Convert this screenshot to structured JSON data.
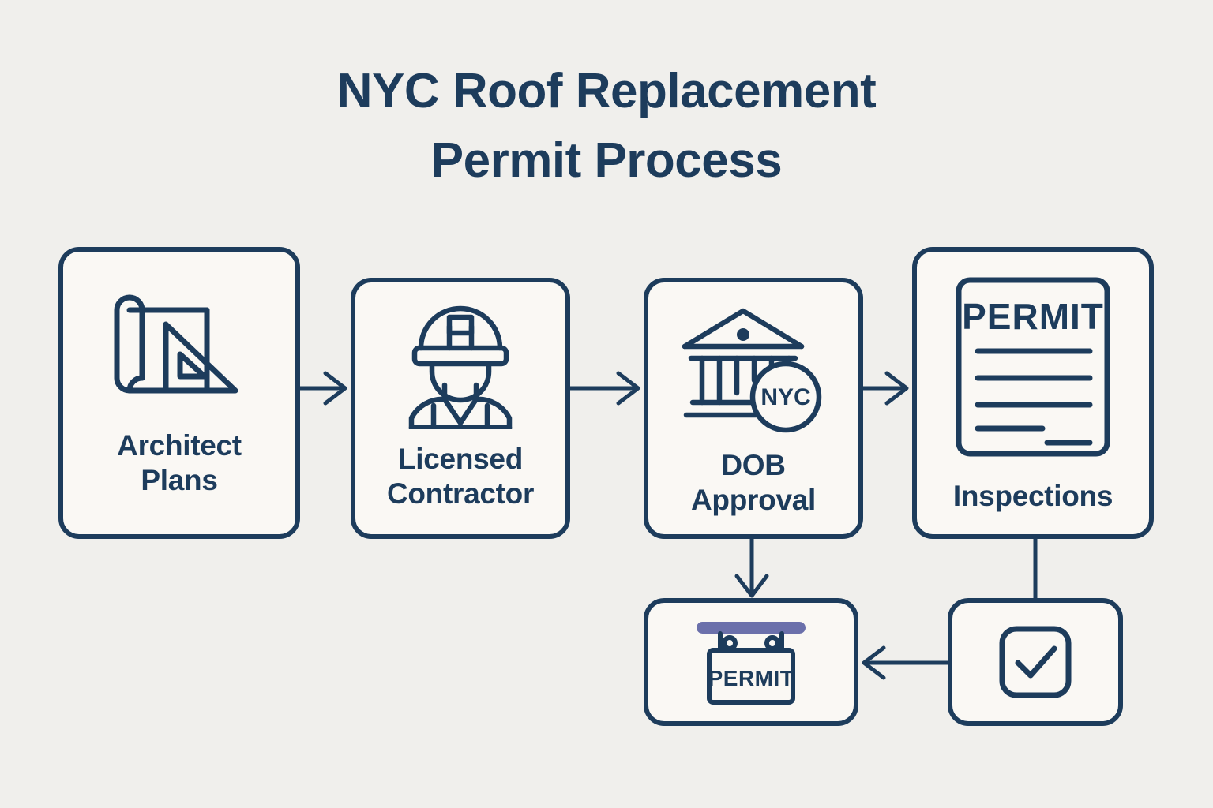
{
  "page": {
    "background_color": "#f0efec",
    "ink_color": "#1d3c5c",
    "card_fill_color": "#faf8f4",
    "accent_color": "#6b70ab"
  },
  "title": {
    "line1": "NYC Roof Replacement",
    "line2": "Permit Process"
  },
  "flow": {
    "steps": [
      {
        "id": "architect-plans",
        "label_line1": "Architect",
        "label_line2": "Plans",
        "icon": "blueprint-scroll-triangle-ruler-icon"
      },
      {
        "id": "licensed-contractor",
        "label_line1": "Licensed",
        "label_line2": "Contractor",
        "icon": "hard-hat-worker-icon"
      },
      {
        "id": "dob-approval",
        "label_line1": "DOB",
        "label_line2": "Approval",
        "icon": "government-building-nyc-badge-icon",
        "badge_text": "NYC"
      },
      {
        "id": "inspections",
        "label_line1": "Inspections",
        "label_line2": "",
        "icon": "permit-document-icon",
        "document_heading": "PERMIT"
      },
      {
        "id": "permit-issued",
        "label_line1": "",
        "label_line2": "",
        "icon": "hanging-permit-sign-icon",
        "sign_text": "PERMIT"
      },
      {
        "id": "approved",
        "label_line1": "",
        "label_line2": "",
        "icon": "checkbox-check-icon"
      }
    ],
    "connections": [
      {
        "from": "architect-plans",
        "to": "licensed-contractor",
        "direction": "right"
      },
      {
        "from": "licensed-contractor",
        "to": "dob-approval",
        "direction": "right"
      },
      {
        "from": "dob-approval",
        "to": "inspections",
        "direction": "right"
      },
      {
        "from": "dob-approval",
        "to": "permit-issued",
        "direction": "down"
      },
      {
        "from": "inspections",
        "to": "approved",
        "direction": "down"
      },
      {
        "from": "approved",
        "to": "permit-issued",
        "direction": "left"
      }
    ]
  }
}
